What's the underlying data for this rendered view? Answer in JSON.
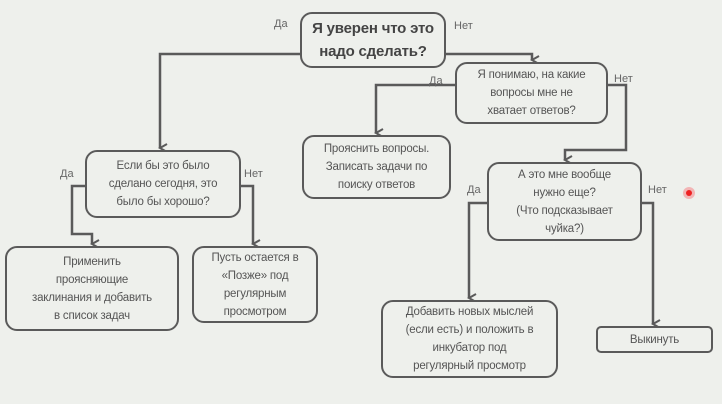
{
  "nodes": {
    "root": "Я уверен что это\nнадо сделать?",
    "know_questions": "Я понимаю, на какие\nвопросы мне не\nхватает ответов?",
    "clarify": "Прояснить вопросы.\nЗаписать задачи по\nпоиску ответов",
    "done_today": "Если бы это было\nсделано сегодня, это\nбыло бы хорошо?",
    "need_it": "А это мне вообще\nнужно еще?\n(Что подсказывает\nчуйка?)",
    "apply": "Применить\nпроясняющие\nзаклинания и добавить\nв список задач",
    "later": "Пусть остается в\n«Позже» под\nрегулярным\nпросмотром",
    "incubator": "Добавить новых мыслей\n(если есть) и положить в\nинкубатор под\nрегулярный просмотр",
    "trash": "Выкинуть"
  },
  "labels": {
    "yes": "Да",
    "no": "Нет"
  },
  "colors": {
    "background": "#eef0ec",
    "stroke": "#5a5a5a",
    "cursor": "#e22222"
  }
}
